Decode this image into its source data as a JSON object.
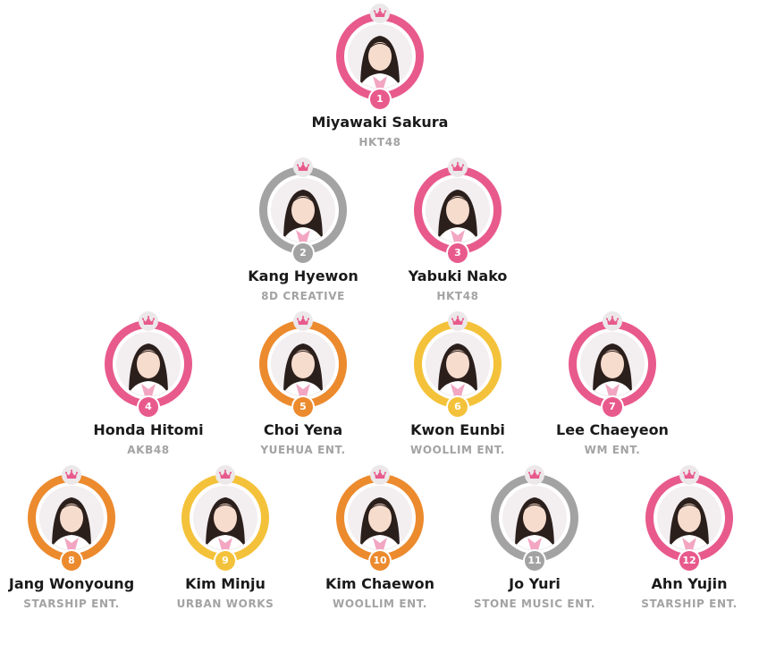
{
  "colors": {
    "pink": "#e85a8c",
    "gray": "#a3a3a3",
    "orange": "#ec8a2e",
    "yellow": "#f4c23a",
    "crown": "#e85a8c",
    "crown_badge_bg": "#ece8ea",
    "name_text": "#1a1a1a",
    "agency_text": "#a3a3a3"
  },
  "icons": {
    "crown": "crown-icon",
    "avatar": "avatar-photo"
  },
  "members": [
    {
      "rank": "1",
      "name": "Miyawaki Sakura",
      "agency": "HKT48",
      "ring": "pink"
    },
    {
      "rank": "2",
      "name": "Kang Hyewon",
      "agency": "8D CREATIVE",
      "ring": "gray"
    },
    {
      "rank": "3",
      "name": "Yabuki Nako",
      "agency": "HKT48",
      "ring": "pink"
    },
    {
      "rank": "4",
      "name": "Honda Hitomi",
      "agency": "AKB48",
      "ring": "pink"
    },
    {
      "rank": "5",
      "name": "Choi Yena",
      "agency": "YUEHUA ENT.",
      "ring": "orange"
    },
    {
      "rank": "6",
      "name": "Kwon Eunbi",
      "agency": "WOOLLIM ENT.",
      "ring": "yellow"
    },
    {
      "rank": "7",
      "name": "Lee Chaeyeon",
      "agency": "WM ENT.",
      "ring": "pink"
    },
    {
      "rank": "8",
      "name": "Jang Wonyoung",
      "agency": "STARSHIP ENT.",
      "ring": "orange"
    },
    {
      "rank": "9",
      "name": "Kim Minju",
      "agency": "URBAN WORKS",
      "ring": "yellow"
    },
    {
      "rank": "10",
      "name": "Kim Chaewon",
      "agency": "WOOLLIM ENT.",
      "ring": "orange"
    },
    {
      "rank": "11",
      "name": "Jo Yuri",
      "agency": "STONE MUSIC ENT.",
      "ring": "gray"
    },
    {
      "rank": "12",
      "name": "Ahn Yujin",
      "agency": "STARSHIP ENT.",
      "ring": "pink"
    }
  ]
}
